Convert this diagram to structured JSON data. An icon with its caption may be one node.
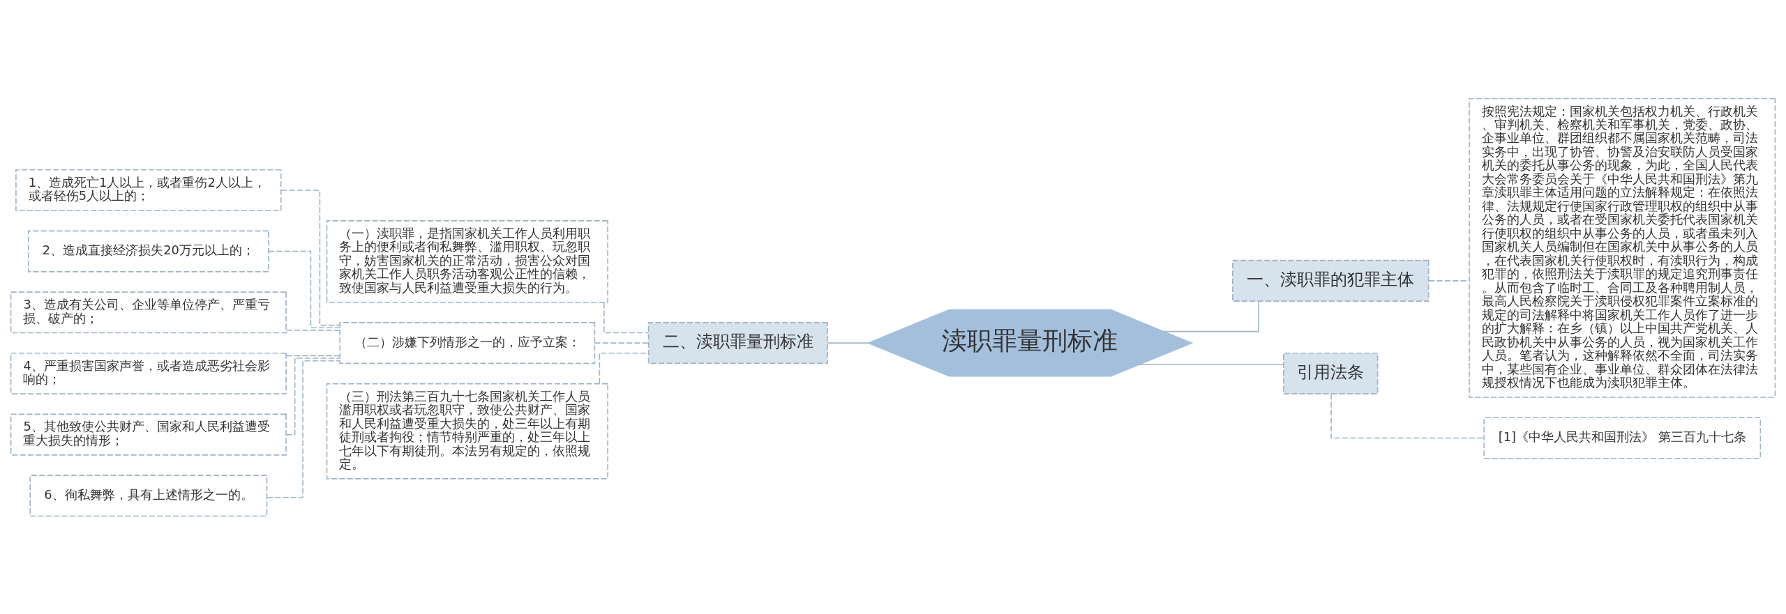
{
  "diagram": {
    "nodes": [
      {
        "text": [
          "渎职罪量刑标准"
        ]
      },
      {
        "text": [
          "一、渎职罪的犯罪主体"
        ]
      },
      {
        "text": [
          "按照宪法规定：国家机关包括权力机关、行政机关、审判机关、检察机关和军事机关，党委、政协、企事业单位、群团组织都不属国家机关范畴，司法实务中，出现了协管、协警及治安联防人员受国家机关的委托从事公务的现象，为此，全国人民代表大会常务委员会关于《中华人民共和国刑法》第九章渎职罪主体适用问题的立法解释规定：在依照法律、法规规定行使国家行政管理职权的组织中从事公务的人员，或者在受国家机关委托代表国家机关行使职权的组织中从事公务的人员，或者虽未列入国家机关人员编制但在国家机关中从事公务的人员，在代表国家机关行使职权时，有渎职行为，构成犯罪的，依照刑法关于渎职罪的规定追究刑事责任。从而包含了临时工、合同工及各种聘用制人员，最高人民检察院关于渎职侵权犯罪案件立案标准的规定的司法解释中将国家机关工作人员作了进一步的扩大解释：在乡（镇）以上中国共产党机关、人民政协机关中从事公务的人员，视为国家机关工作人员。笔者认为，这种解释依然不全面，司法实务中，某些国有企业、事业单位、群众团体在法律法规授权情况下也能成为渎职犯罪主体。"
        ]
      },
      {
        "text": [
          "引用法条"
        ]
      },
      {
        "text": [
          "[1]《中华人民共和国刑法》 第三百九十七条"
        ]
      },
      {
        "text": [
          "二、渎职罪量刑标准"
        ]
      },
      {
        "text": [
          "（一）渎职罪，是指国家机关工作人员利用职务上的便利或者徇私舞弊、滥用职权、玩忽职守，妨害国家机关的正常活动，损害公众对国家机关工作人员职务活动客观公正性的信赖，致使国家与人民利益遭受重大损失的行为。"
        ]
      },
      {
        "text": [
          "（二）涉嫌下列情形之一的，应予立案："
        ]
      },
      {
        "text": [
          "1、造成死亡1人以上，或者重伤2人以上，或者轻伤5人以上的；"
        ]
      },
      {
        "text": [
          "2、造成直接经济损失20万元以上的；"
        ]
      },
      {
        "text": [
          "3、造成有关公司、企业等单位停产、严重亏损、破产的；"
        ]
      },
      {
        "text": [
          "4、严重损害国家声誉，或者造成恶劣社会影响的；"
        ]
      },
      {
        "text": [
          "5、其他致使公共财产、国家和人民利益遭受重大损失的情形；"
        ]
      },
      {
        "text": [
          "6、徇私舞弊，具有上述情形之一的。"
        ]
      },
      {
        "text": [
          "（三）刑法第三百九十七条国家机关工作人员滥用职权或者玩忽职守，致使公共财产、国家和人民利益遭受重大损失的，处三年以上有期徒刑或者拘役；情节特别严重的，处三年以上七年以下有期徒刑。本法另有规定的，依照规定。"
        ]
      }
    ],
    "edges": [
      {
        "from": 0,
        "to": 1,
        "arrow": "none"
      },
      {
        "from": 1,
        "to": 2,
        "arrow": "none",
        "style": "dashed"
      },
      {
        "from": 0,
        "to": 3,
        "arrow": "none"
      },
      {
        "from": 3,
        "to": 4,
        "arrow": "none",
        "style": "dashed"
      },
      {
        "from": 0,
        "to": 5,
        "arrow": "none"
      },
      {
        "from": 5,
        "to": 6,
        "arrow": "none",
        "style": "dashed"
      },
      {
        "from": 5,
        "to": 7,
        "arrow": "none",
        "style": "dashed"
      },
      {
        "from": 7,
        "to": 8,
        "arrow": "none",
        "style": "dashed"
      },
      {
        "from": 7,
        "to": 9,
        "arrow": "none",
        "style": "dashed"
      },
      {
        "from": 7,
        "to": 10,
        "arrow": "none",
        "style": "dashed"
      },
      {
        "from": 7,
        "to": 11,
        "arrow": "none",
        "style": "dashed"
      },
      {
        "from": 7,
        "to": 12,
        "arrow": "none",
        "style": "dashed"
      },
      {
        "from": 7,
        "to": 13,
        "arrow": "none",
        "style": "dashed"
      },
      {
        "from": 5,
        "to": 14,
        "arrow": "none",
        "style": "dashed"
      }
    ]
  }
}
